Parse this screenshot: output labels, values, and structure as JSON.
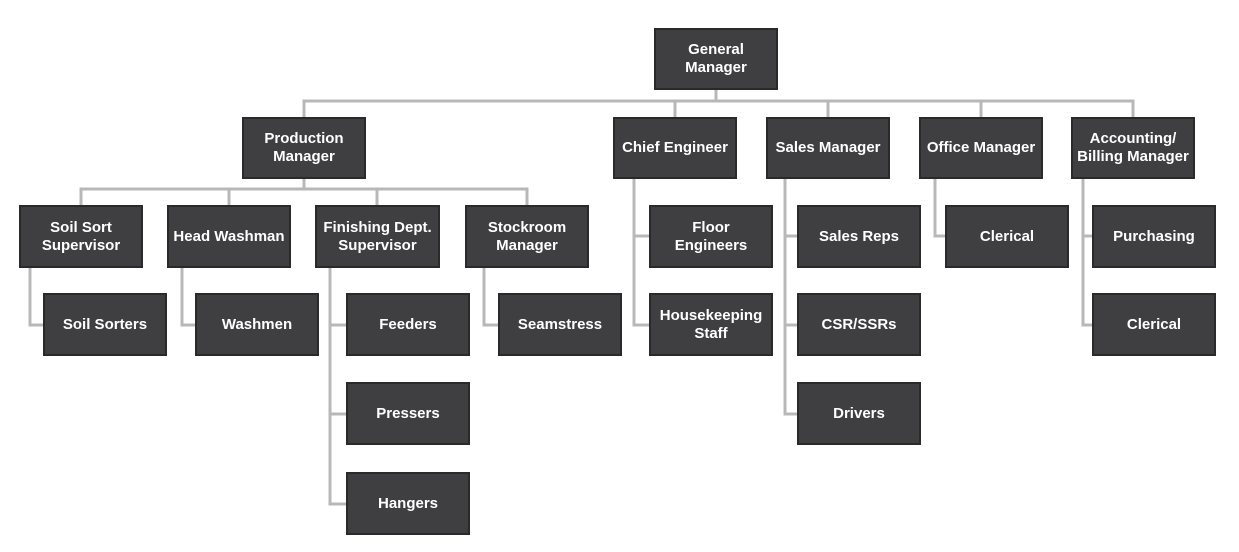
{
  "nodes": {
    "general_manager": "General\nManager",
    "production_manager": "Production\nManager",
    "chief_engineer": "Chief Engineer",
    "sales_manager": "Sales Manager",
    "office_manager": "Office Manager",
    "accounting_billing_manager": "Accounting/\nBilling Manager",
    "soil_sort_supervisor": "Soil Sort\nSupervisor",
    "head_washman": "Head Washman",
    "finishing_dept_supervisor": "Finishing Dept.\nSupervisor",
    "stockroom_manager": "Stockroom\nManager",
    "soil_sorters": "Soil Sorters",
    "washmen": "Washmen",
    "feeders": "Feeders",
    "pressers": "Pressers",
    "hangers": "Hangers",
    "seamstress": "Seamstress",
    "floor_engineers": "Floor Engineers",
    "housekeeping_staff": "Housekeeping\nStaff",
    "sales_reps": "Sales Reps",
    "csr_ssrs": "CSR/SSRs",
    "drivers": "Drivers",
    "office_clerical": "Clerical",
    "purchasing": "Purchasing",
    "accounting_clerical": "Clerical"
  },
  "colors": {
    "box_fill": "#3f3f41",
    "box_border": "#2a2a2b",
    "box_text": "#ffffff",
    "connector": "#b8b8b8",
    "background": "#ffffff"
  }
}
